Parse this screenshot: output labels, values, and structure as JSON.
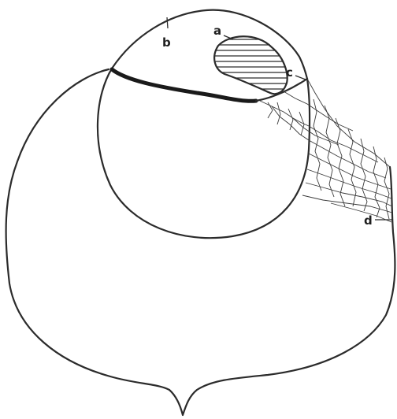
{
  "labels": {
    "a": "a",
    "b": "b",
    "c": "c",
    "d": "d"
  },
  "colors": {
    "line": "#2b2b2b",
    "background": "#ffffff"
  }
}
